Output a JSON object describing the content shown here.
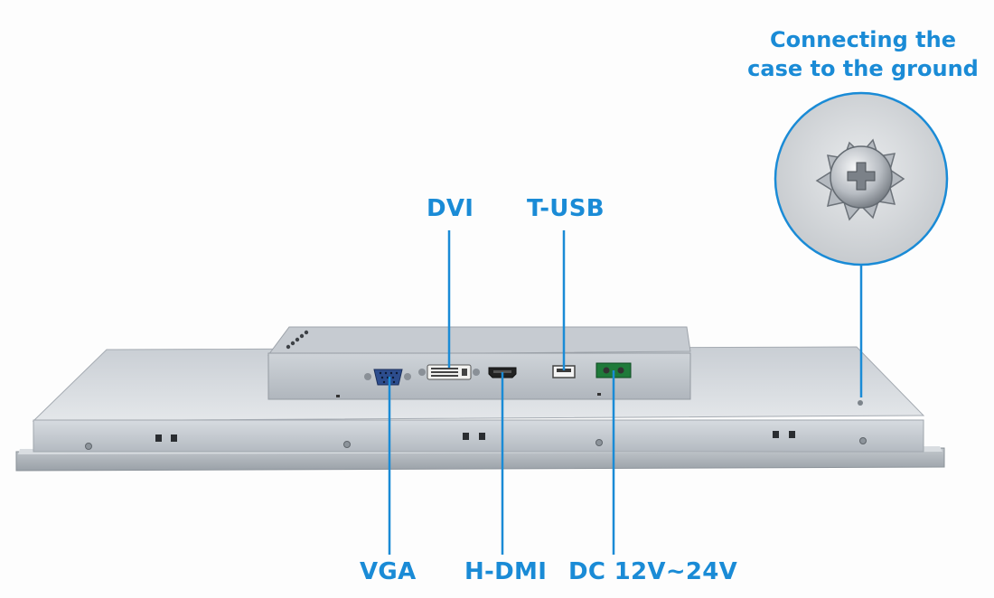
{
  "theme": {
    "accent": "#1a8bd6",
    "panel_light": "#dfe3e8",
    "panel_mid": "#b9bfc6",
    "panel_dark": "#8e959d"
  },
  "labels": {
    "dvi": "DVI",
    "tusb": "T-USB",
    "vga": "VGA",
    "hdmi": "H-DMI",
    "dc": "DC 12V~24V"
  },
  "callout": {
    "line1": "Connecting the",
    "line2": "case to the ground"
  },
  "icons": {
    "ground": "ground-screw-icon",
    "vga": "vga-port-icon",
    "dvi": "dvi-port-icon",
    "hdmi": "hdmi-port-icon",
    "usb": "usb-port-icon",
    "dc": "dc-terminal-icon"
  }
}
